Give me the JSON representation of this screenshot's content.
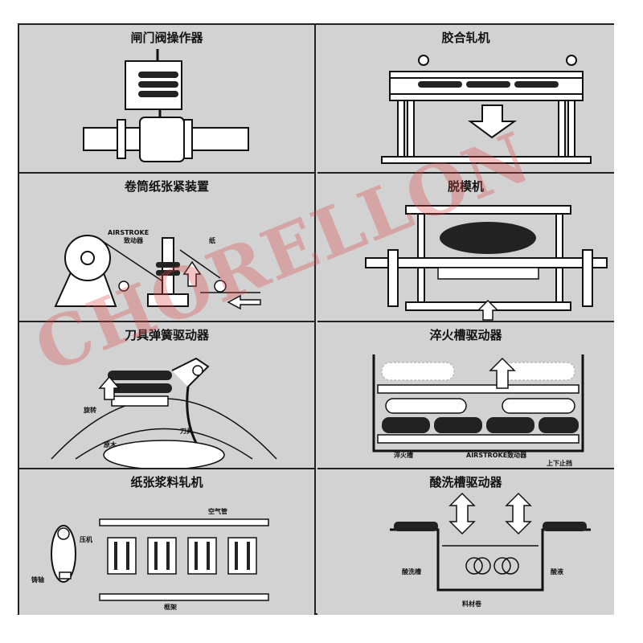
{
  "panels": {
    "gate_valve": {
      "title": "闸门阀操作器"
    },
    "rubber_press": {
      "title": "胶合轧机"
    },
    "paper_roll": {
      "title": "卷筒纸张紧装置",
      "label_airstroke": "AIRSTROKE",
      "label_actuator": "致动器",
      "label_paper": "纸"
    },
    "demolding": {
      "title": "脱模机"
    },
    "knife_spring": {
      "title": "刀具弹簧驱动器",
      "label_rotate": "旋转",
      "label_log": "原木",
      "label_knife": "刀具"
    },
    "quench_tank": {
      "title": "淬火槽驱动器",
      "label_tank": "淬火槽",
      "label_actuator": "AIRSTROKE致动器",
      "label_stop": "上下止挡"
    },
    "paper_pulp": {
      "title": "纸张浆料轧机",
      "label_airpipe": "空气管",
      "label_press": "压机",
      "label_shaft": "铸轴",
      "label_frame": "框架"
    },
    "pickling_tank": {
      "title": "酸洗槽驱动器",
      "label_tank": "酸洗槽",
      "label_acid": "酸液",
      "label_coil": "料材卷"
    }
  },
  "watermark": "CHORELLON"
}
